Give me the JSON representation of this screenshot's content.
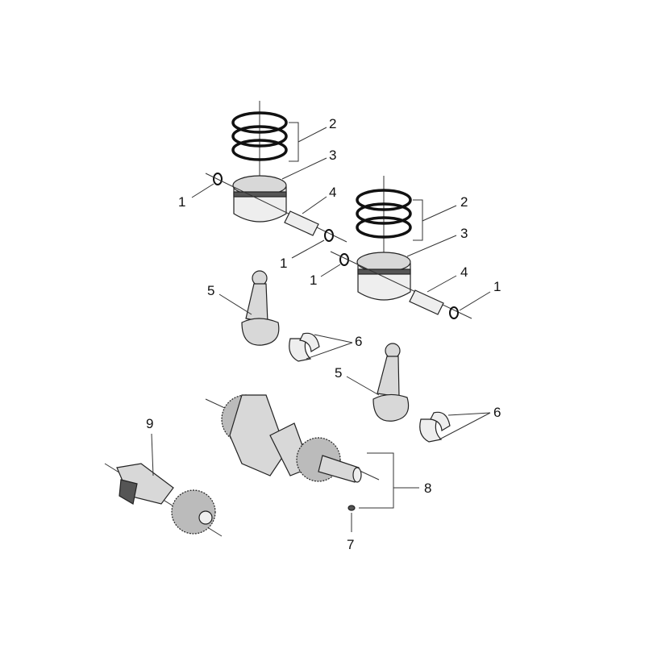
{
  "diagram": {
    "callouts": {
      "circlip_a": "1",
      "rings_a": "2",
      "piston_a": "3",
      "pin_a": "4",
      "circlip_b": "1",
      "circlip_c": "1",
      "rings_b": "2",
      "piston_b": "3",
      "pin_b": "4",
      "circlip_d": "1",
      "rod_a": "5",
      "bearing_a": "6",
      "rod_b": "5",
      "bearing_b": "6",
      "balance_shaft": "9",
      "crankshaft": "8",
      "key": "7"
    }
  }
}
